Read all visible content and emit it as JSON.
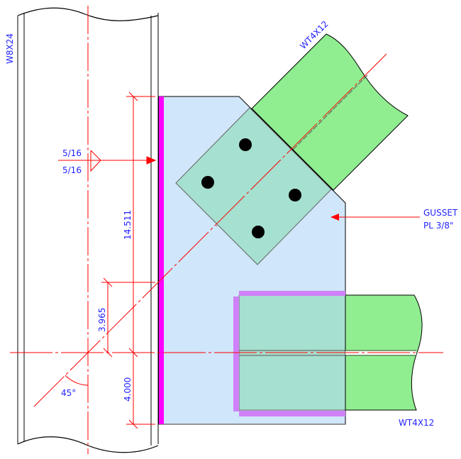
{
  "labels": {
    "column": "W8X24",
    "diagonal_brace": "WT4X12",
    "horizontal_brace": "WT4X12",
    "gusset_line1": "GUSSET",
    "gusset_line2": "PL 3/8\"",
    "weld_top": "5/16",
    "weld_bottom": "5/16",
    "angle": "45°"
  },
  "dimensions": {
    "gusset_height": "14.511",
    "work_point_offset": "3.965",
    "bottom_offset": "4.000"
  },
  "colors": {
    "gusset": "#d0e6fa",
    "brace": "#90ee90",
    "splice": "#a6e0d0",
    "weld_column": "#ff00ff",
    "weld_brace": "#d080f8",
    "centerline": "#ff0000",
    "text": "#2323ff"
  }
}
